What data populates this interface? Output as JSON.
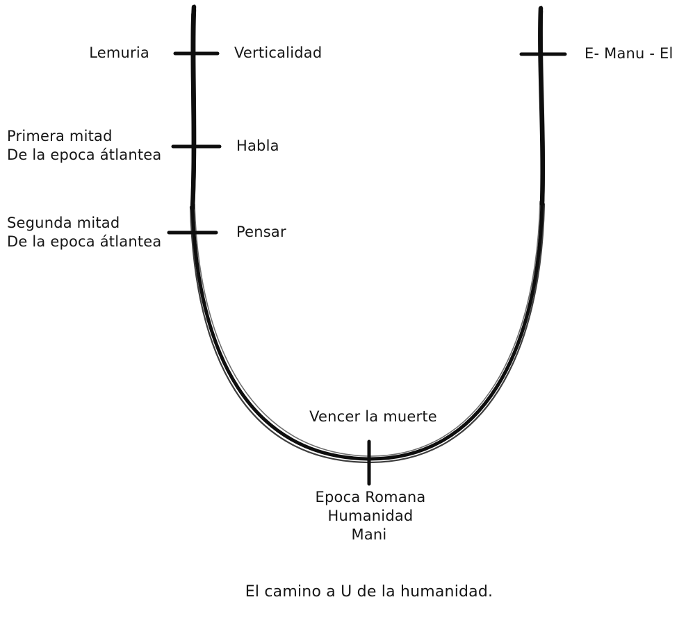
{
  "diagram": {
    "title_caption": "El camino a U de la humanidad.",
    "stroke_color": "#0e0e0e",
    "background_color": "#ffffff",
    "labels": {
      "lemuria": "Lemuria",
      "verticalidad": "Verticalidad",
      "primera_line1": "Primera mitad",
      "primera_line2": "De la epoca átlantea",
      "habla": "Habla",
      "segunda_line1": "Segunda mitad",
      "segunda_line2": "De la epoca átlantea",
      "pensar": "Pensar",
      "e_manu_el": "E- Manu - El",
      "vencer_la_muerte": "Vencer la muerte",
      "epoca_romana": "Epoca Romana",
      "humanidad": "Humanidad",
      "mani": "Mani"
    },
    "structure": {
      "left_branch_markers": [
        {
          "outer": "Lemuria",
          "inner": "Verticalidad"
        },
        {
          "outer": "Primera mitad De la epoca átlantea",
          "inner": "Habla"
        },
        {
          "outer": "Segunda mitad De la epoca átlantea",
          "inner": "Pensar"
        }
      ],
      "right_branch_markers": [
        {
          "outer": "E- Manu - El"
        }
      ],
      "bottom_marker": {
        "above": "Vencer la muerte",
        "below": [
          "Epoca Romana",
          "Humanidad",
          "Mani"
        ]
      }
    }
  }
}
